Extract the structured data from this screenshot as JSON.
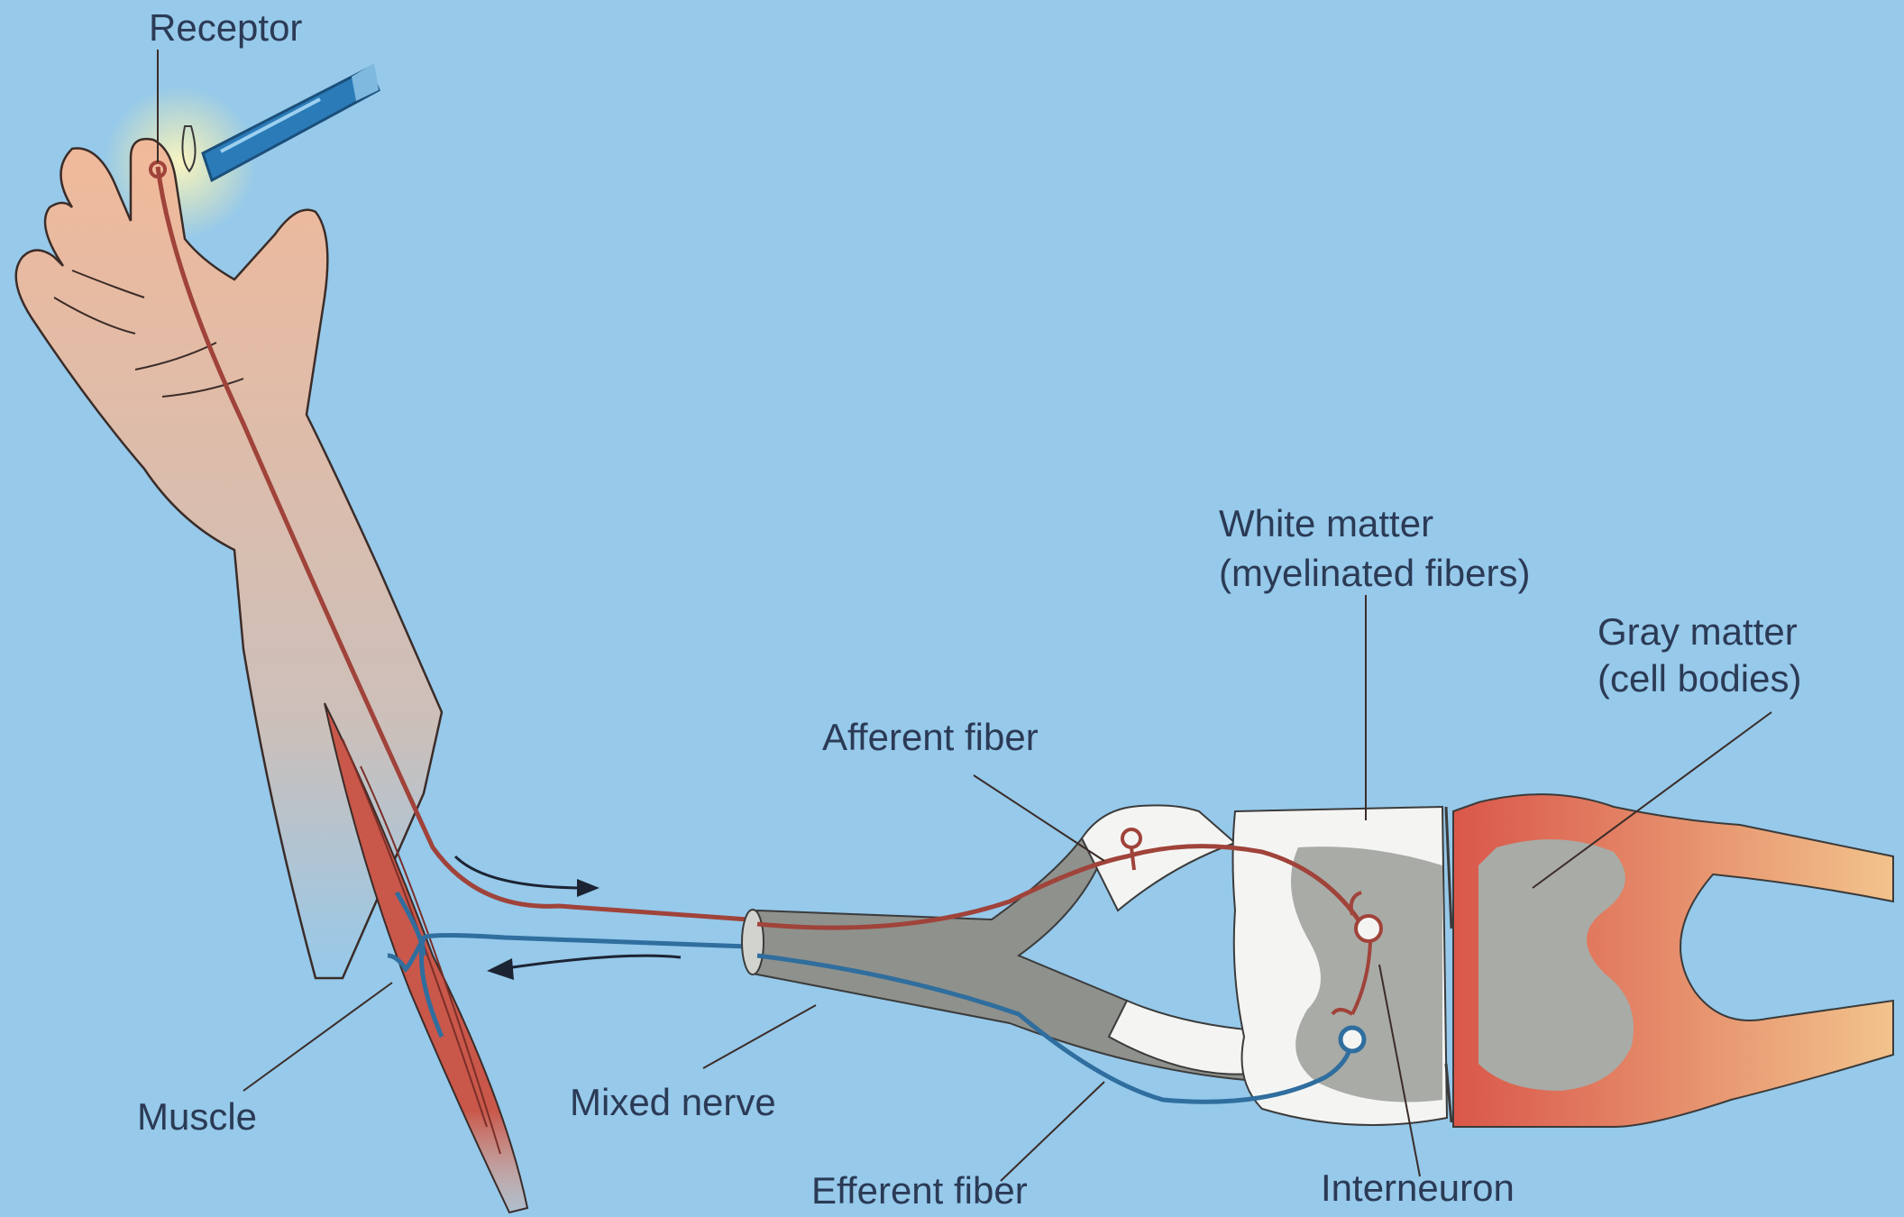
{
  "labels": {
    "receptor": "Receptor",
    "white_matter_line1": "White matter",
    "white_matter_line2": "(myelinated fibers)",
    "gray_matter_line1": "Gray matter",
    "gray_matter_line2": "(cell bodies)",
    "afferent_fiber": "Afferent fiber",
    "muscle": "Muscle",
    "mixed_nerve": "Mixed nerve",
    "efferent_fiber": "Efferent fiber",
    "interneuron": "Interneuron"
  },
  "colors": {
    "background": "#96c9ea",
    "skin": "#f0b99a",
    "afferent": "#a0433a",
    "efferent": "#2f6e9e",
    "white_matter": "#f4f5f3",
    "gray_matter": "#a9aba6",
    "muscle": "#c9574a"
  }
}
